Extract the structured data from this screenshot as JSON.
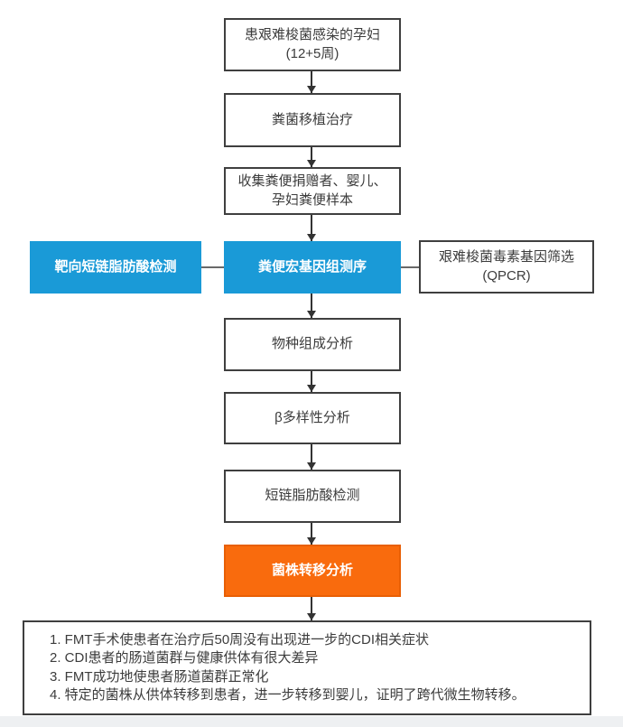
{
  "diagram": {
    "title": "FMT study flowchart",
    "colors": {
      "highlight_blue": "#1a9ad7",
      "highlight_orange": "#f96b0d",
      "orange_border": "#e85f05",
      "box_border": "#3f3f3f",
      "text": "#3c3c3c",
      "connector_gray": "#696969",
      "arrow": "#333333",
      "footer_strip": "#eef0f2"
    },
    "nodes": {
      "pregnant_patient": {
        "line1": "患艰难梭菌感染的孕妇",
        "line2": "(12+5周)"
      },
      "fmt_treatment": {
        "label": "粪菌移植治疗"
      },
      "sample_collection": {
        "line1": "收集粪便捐赠者、婴儿、",
        "line2": "孕妇粪便样本"
      },
      "targeted_scfa": {
        "label": "靶向短链脂肪酸检测"
      },
      "metagenomic_sequencing": {
        "label": "粪便宏基因组测序"
      },
      "toxin_gene_screening": {
        "line1": "艰难梭菌毒素基因筛选",
        "line2": "(QPCR)"
      },
      "species_composition": {
        "label": "物种组成分析"
      },
      "beta_diversity": {
        "label": "β多样性分析"
      },
      "scfa_detection": {
        "label": "短链脂肪酸检测"
      },
      "strain_transfer": {
        "label": "菌株转移分析"
      },
      "conclusions": {
        "items": [
          "1. FMT手术使患者在治疗后50周没有出现进一步的CDI相关症状",
          "2. CDI患者的肠道菌群与健康供体有很大差异",
          "3. FMT成功地使患者肠道菌群正常化",
          "4. 特定的菌株从供体转移到患者，进一步转移到婴儿，证明了跨代微生物转移。"
        ]
      }
    }
  }
}
